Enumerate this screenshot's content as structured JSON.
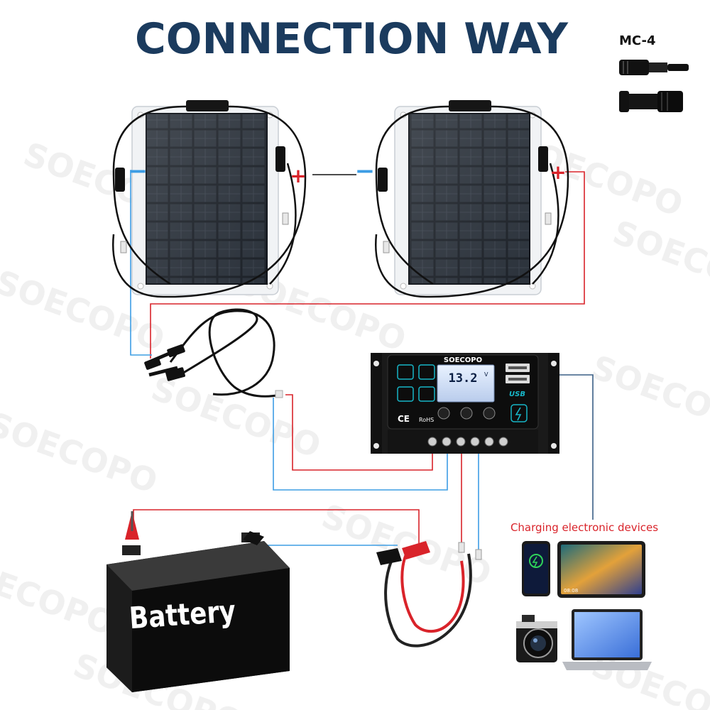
{
  "title": "CONNECTION WAY",
  "connector_label": "MC-4",
  "watermark": "SOECOPO",
  "controller": {
    "brand": "SOECOPO",
    "display_value": "13.2",
    "display_unit": "V",
    "usb_label": "USB",
    "ce_mark": "CE",
    "rohs_mark": "RoHS"
  },
  "battery_label": "Battery",
  "devices_caption": "Charging electronic devices",
  "polarity": {
    "negative": "−",
    "positive": "+"
  },
  "device_screen_time": "08:08",
  "colors": {
    "title": "#1b3b5e",
    "positive_wire": "#d9232a",
    "negative_wire": "#3d9de4",
    "caption": "#d9232a"
  }
}
